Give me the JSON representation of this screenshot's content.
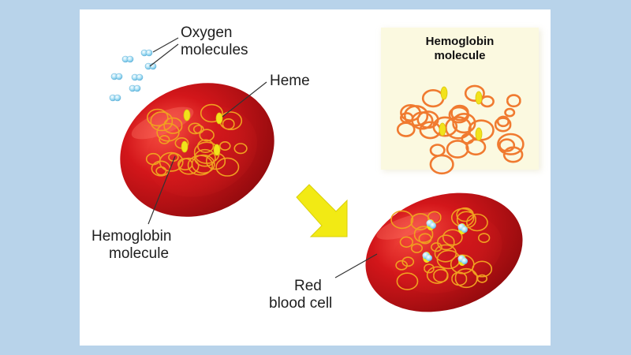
{
  "labels": {
    "oxygen": {
      "line1": "Oxygen",
      "line2": "molecules"
    },
    "heme": "Heme",
    "hemoglobin": {
      "line1": "Hemoglobin",
      "line2": "molecule"
    },
    "red_blood_cell": {
      "line1": "Red",
      "line2": "blood cell"
    },
    "inset_title": {
      "line1": "Hemoglobin",
      "line2": "molecule"
    }
  },
  "colors": {
    "page_background": "#b8d3ea",
    "panel": "#ffffff",
    "cell_red": "#d3161a",
    "cell_dark": "#8f0a0d",
    "hemoglobin_strand": "#f0a020",
    "inset_strand": "#f07a30",
    "heme_yellow": "#f2e21b",
    "oxygen_blue": "#9fdcf3",
    "arrow_yellow": "#f2ea14",
    "inset_background": "#fbf9e0"
  },
  "icons": {
    "arrow": "yellow-down-right-arrow",
    "oxygen": "oxygen-molecule-icon"
  }
}
